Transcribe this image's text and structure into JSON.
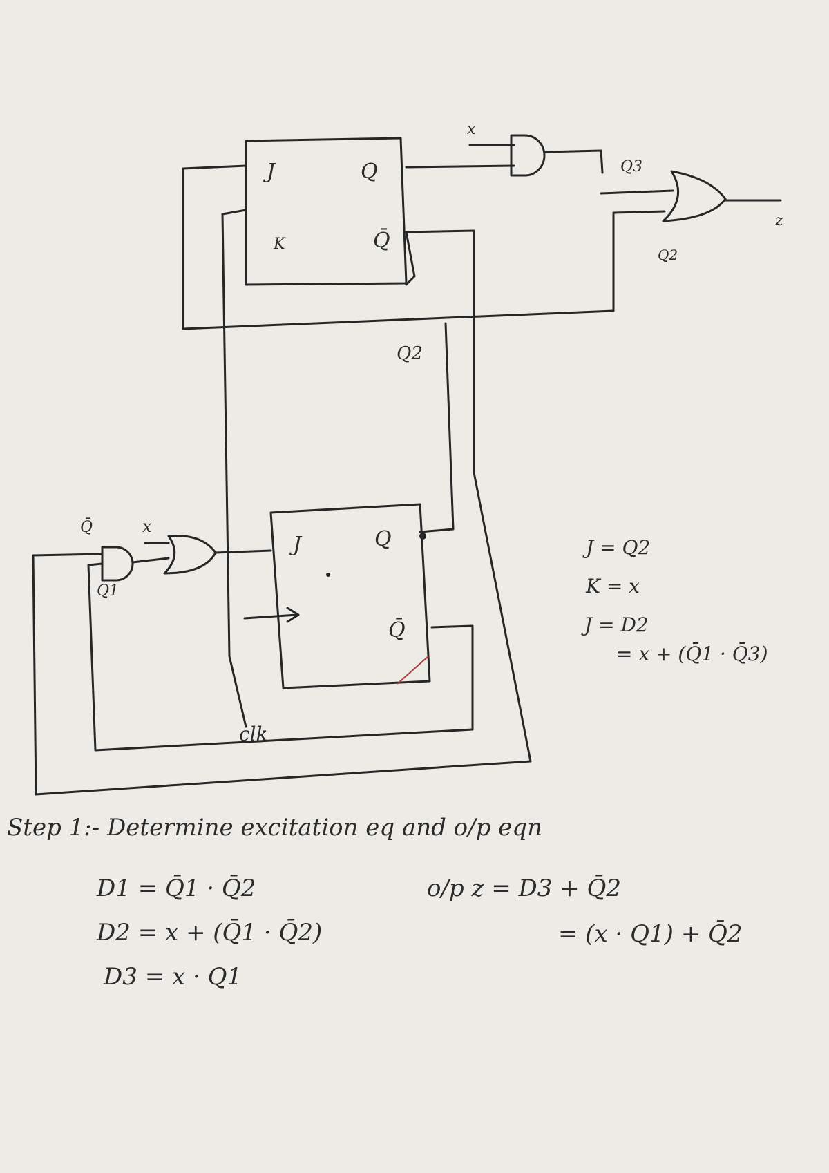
{
  "diagram": {
    "top_ff": {
      "j": "J",
      "q": "Q",
      "k": "K",
      "qbar": "Q̄"
    },
    "bottom_ff": {
      "j": "J",
      "q": "Q",
      "qbar": "Q̄"
    },
    "labels": {
      "x_top": "x",
      "q3": "Q3",
      "q2_or": "Q2",
      "z": "z",
      "q2_line": "Q2",
      "q2bar_bottom": "Q̄",
      "x_bottom": "x",
      "q1": "Q1",
      "clk": "clk"
    }
  },
  "side_notes": [
    "J = Q2",
    "K = x",
    "J = D2",
    "= x + (Q̄1 · Q̄3)"
  ],
  "step": {
    "heading": "Step 1:- Determine excitation eq and o/p eqn",
    "d1": "D1 = Q̄1 · Q̄2",
    "d2": "D2 = x + (Q̄1 · Q̄2)",
    "d3": "D3 = x · Q1",
    "op1": "o/p  z = D3 + Q̄2",
    "op2": "= (x · Q1) + Q̄2"
  }
}
